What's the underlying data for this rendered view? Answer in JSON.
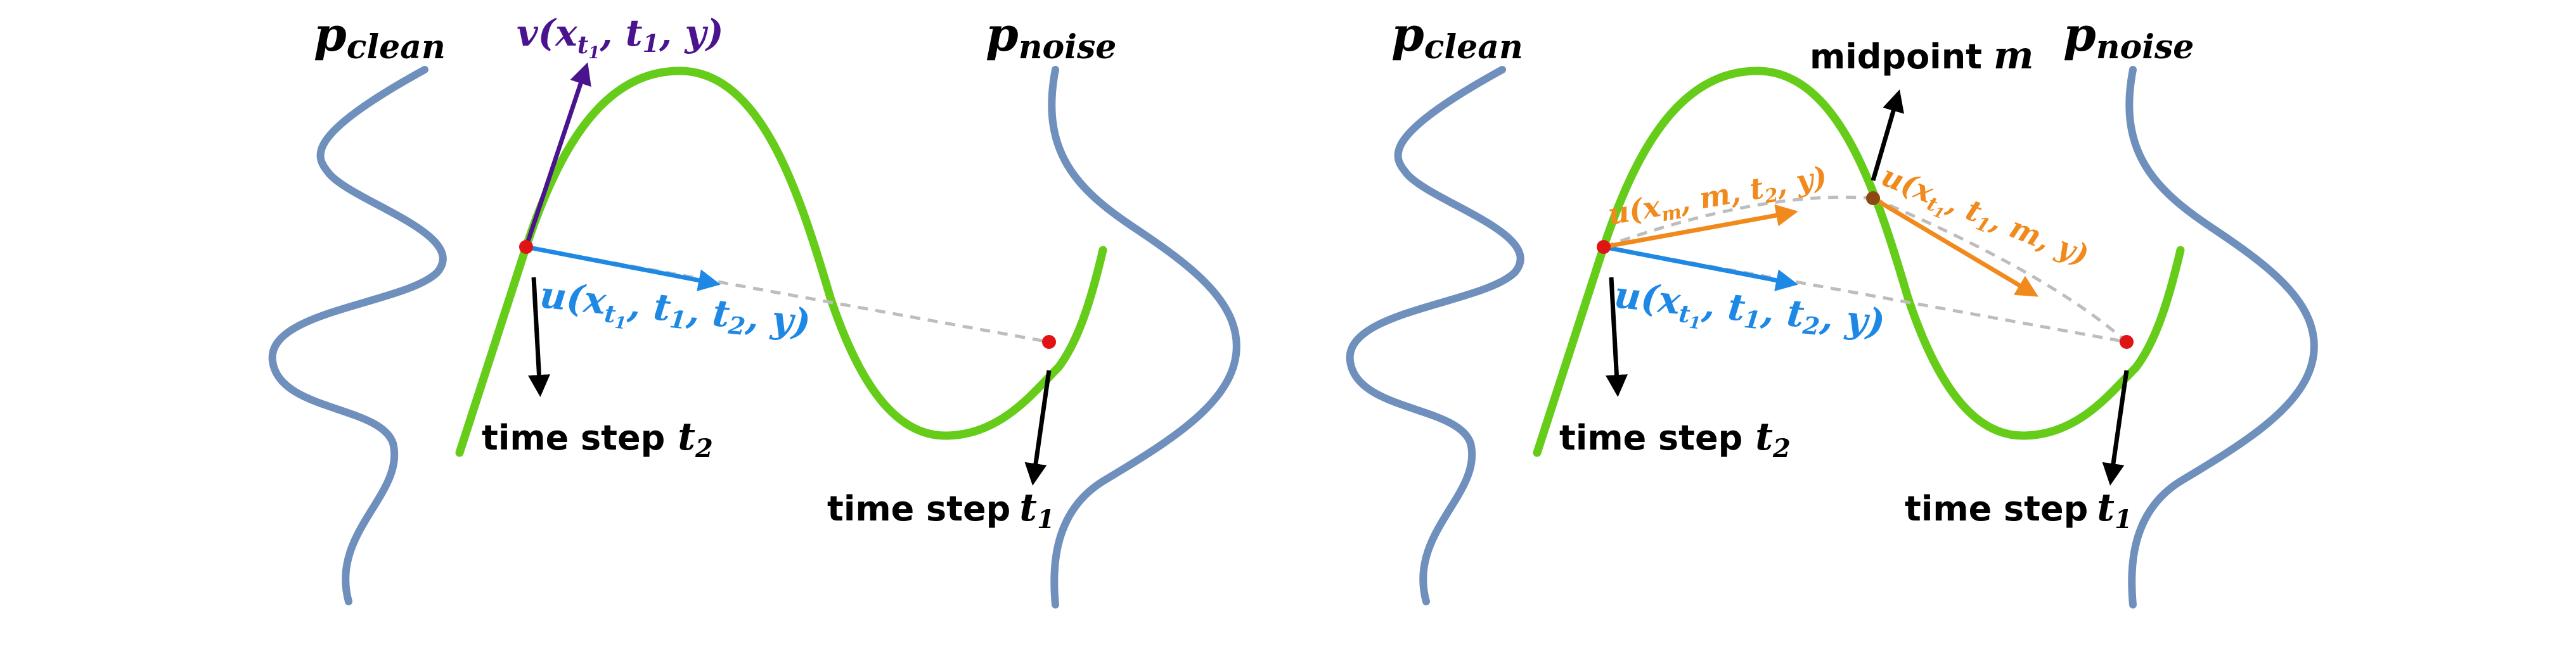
{
  "colors": {
    "distribution": "#6f8fbd",
    "trajectory": "#66cc1a",
    "v_arrow": "#4b148f",
    "u_arrow": "#1e88e5",
    "mid_arrow": "#f08a1c",
    "dashed": "#bdbdbd",
    "point": "#e01414",
    "midpoint": "#8b4a12",
    "black": "#000000"
  },
  "left_panel": {
    "p_clean": {
      "main": "p",
      "sub": "clean"
    },
    "p_noise": {
      "main": "p",
      "sub": "noise"
    },
    "v_label": {
      "pre": "v(x",
      "sub": "t",
      "subsub": "1",
      "mid": ", t",
      "mid_sub": "1",
      "post": ", y)"
    },
    "u_label": {
      "pre": "u(x",
      "sub": "t",
      "subsub": "1",
      "a": ", t",
      "a_sub": "1",
      "b": ", t",
      "b_sub": "2",
      "post": ", y)"
    },
    "t2_label": {
      "text": "time step",
      "var": "t",
      "var_sub": "2"
    },
    "t1_label": {
      "text": "time step",
      "var": "t",
      "var_sub": "1"
    }
  },
  "right_panel": {
    "p_clean": {
      "main": "p",
      "sub": "clean"
    },
    "p_noise": {
      "main": "p",
      "sub": "noise"
    },
    "midpoint_label": {
      "text": "midpoint",
      "var": "m"
    },
    "u_mid_label": {
      "pre": "u(x",
      "sub": "m",
      "post": ", m, t",
      "post_sub": "2",
      "end": ", y)"
    },
    "u_end_label": {
      "pre": "u(x",
      "sub": "t",
      "subsub": "1",
      "post": ", t",
      "post_sub": "1",
      "end": ", m, y)"
    },
    "u_label": {
      "pre": "u(x",
      "sub": "t",
      "subsub": "1",
      "a": ", t",
      "a_sub": "1",
      "b": ", t",
      "b_sub": "2",
      "post": ", y)"
    },
    "t2_label": {
      "text": "time step",
      "var": "t",
      "var_sub": "2"
    },
    "t1_label": {
      "text": "time step",
      "var": "t",
      "var_sub": "1"
    }
  }
}
